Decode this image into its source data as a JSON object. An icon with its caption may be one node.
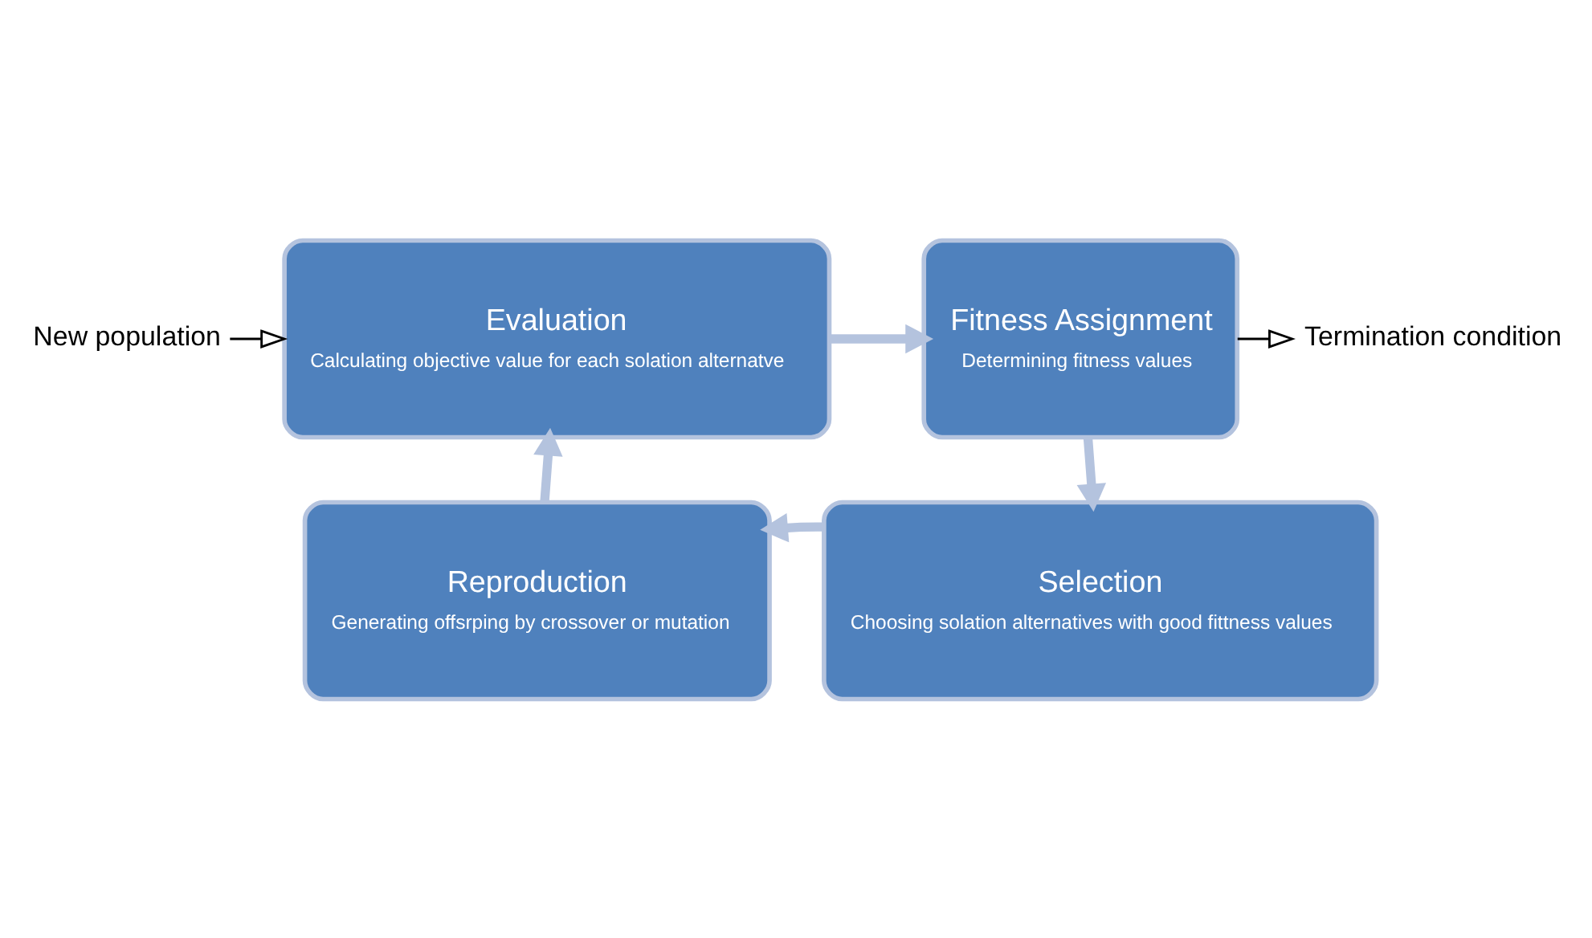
{
  "diagram": {
    "nodes": [
      {
        "text": [
          "Evaluation",
          "Calculating objective value for each solation alternatve"
        ]
      },
      {
        "text": [
          "Fitness Assignment",
          "Determining fitness values"
        ]
      },
      {
        "text": [
          "Selection",
          "Choosing solation alternatives with good fittness values"
        ]
      },
      {
        "text": [
          "Reproduction",
          "Generating offsrping by crossover or mutation"
        ]
      },
      {
        "text": [
          "New population"
        ]
      },
      {
        "text": [
          "Termination condition"
        ]
      }
    ],
    "edges": [
      {
        "from": 0,
        "to": 1,
        "arrow": "to"
      },
      {
        "from": 1,
        "to": 2,
        "arrow": "to"
      },
      {
        "from": 2,
        "to": 3,
        "arrow": "to"
      },
      {
        "from": 3,
        "to": 0,
        "arrow": "to"
      },
      {
        "from": 4,
        "to": 0,
        "arrow": "to",
        "color": "#000000"
      },
      {
        "from": 1,
        "to": 5,
        "arrow": "to",
        "color": "#000000"
      }
    ]
  }
}
